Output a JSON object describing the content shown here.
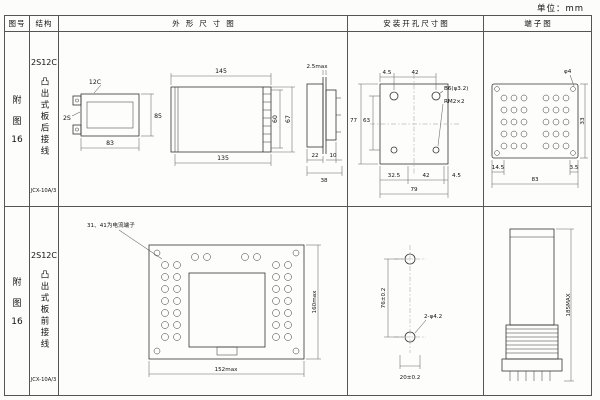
{
  "unit_label": "单位：mm",
  "header": {
    "fig": "图号",
    "struct": "结构",
    "outline": "外形尺寸图",
    "mounting": "安装开孔尺寸图",
    "terminal": "端子图"
  },
  "row1": {
    "fig": {
      "c1": "附",
      "c2": "图",
      "c3": "16"
    },
    "model": "2S12C",
    "structure": "凸出式板后接线",
    "type_code": "JCX-10A/3",
    "outline": {
      "front_width_label": "12C",
      "front_side_label": "2S",
      "front_width": "83",
      "front_height": "85",
      "body_top": "145",
      "body_bottom": "135",
      "body_height_outer": "67",
      "body_height_inner": "60",
      "panel_thickness": "2.5max",
      "depth_front": "22",
      "depth_rear": "10",
      "depth_total": "38"
    },
    "mounting": {
      "top_offset": "4.5",
      "top_span": "42",
      "hole_note": "B6(φ3.2)",
      "thread_note": "RM2×2",
      "height_outer": "77",
      "height_inner": "63",
      "bottom_seg1": "32.5",
      "bottom_seg2": "42",
      "bottom_seg3": "4.5",
      "bottom_total": "79"
    },
    "terminal": {
      "hole_dia": "φ4",
      "left_offset": "14.5",
      "width_total": "83",
      "right_offset": "3.5",
      "height": "33"
    }
  },
  "row2": {
    "fig": {
      "c1": "附",
      "c2": "图",
      "c3": "16"
    },
    "model": "2S12C",
    "structure": "凸出式板前接线",
    "type_code": "JCX-10A/3",
    "outline": {
      "note": "31、41为电流端子",
      "width_max": "152max",
      "height_max": "160max"
    },
    "mounting": {
      "hole_pitch": "76±0.2",
      "edge_offset": "20±0.2",
      "holes_note": "2-φ4.2"
    },
    "terminal": {
      "height_max": "185MAX"
    }
  }
}
